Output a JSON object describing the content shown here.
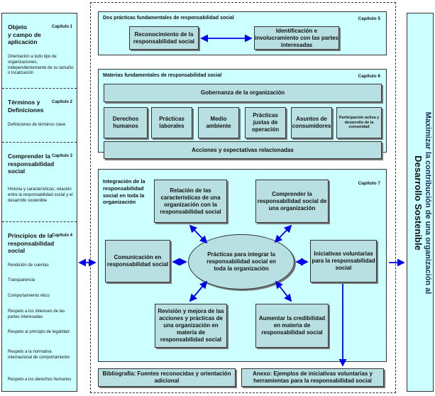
{
  "left": {
    "ch1": {
      "title": "Objeto\ny campo de\naplicación",
      "cap": "Capítulo 1",
      "text": "Orientación a todo tipo de organizaciones, independientemente de su tamaño o localización"
    },
    "ch2": {
      "title": "Términos y\nDefiniciones",
      "cap": "Capítulo 2",
      "text": "Definiciones de términos clave"
    },
    "ch3": {
      "title": "Comprender la\nresponsabilidad\nsocial",
      "cap": "Capítulo 3",
      "text": "Historia y características; relación entre la responsabilidad social y el desarrollo sostenible"
    },
    "ch4": {
      "title": "Principios de la\nresponsabilidad\nsocial",
      "cap": "Capítulo 4",
      "items": [
        "Rendición de cuentas",
        "Transparencia",
        "Comportamiento ético",
        "Respeto a los intereses de las partes interesadas",
        "Respeto al principio de legalidad",
        "Respeto a la normativa internacional de comportamiento",
        "Respeto a los derechos humanos"
      ]
    }
  },
  "ch5": {
    "title": "Dos prácticas fundamentales de responsabilidad social",
    "cap": "Capítulo 5",
    "a": "Reconocimiento de la responsabilidad social",
    "b": "Identificación e involucramiento con las partes interesadas"
  },
  "ch6": {
    "title": "Materias fundamentales de responsabilidad social",
    "cap": "Capítulo 6",
    "gov": "Gobernanza de la organización",
    "subjects": [
      "Derechos humanos",
      "Prácticas laborales",
      "Medio ambiente",
      "Prácticas justas de operación",
      "Asuntos de consumidores",
      "Participación activa y desarrollo de la comunidad"
    ],
    "actions": "Acciones y expectativas relacionadas"
  },
  "ch7": {
    "title": "Integración de la responsabilidad social en toda la organización",
    "cap": "Capítulo 7",
    "center": "Prácticas para integrar la responsabilidad social en toda la organización",
    "rel": "Relación de las características de una organización con la responsabilidad social",
    "comp": "Comprender la responsabilidad social de una organización",
    "com": "Comunicación en responsabilidad social",
    "ini": "Iniciativas voluntarias para la responsabilidad social",
    "rev": "Revisión y mejora de las acciones y prácticas de una organización en materia de responsabilidad social",
    "aum": "Aumentar la credibilidad en materia de responsabilidad social"
  },
  "biblio": "Bibliografía: Fuentes reconocidas y orientación adicional",
  "annex": "Anexo: Ejemplos de iniciativas voluntarias y herramientas para la responsabilidad social",
  "right": {
    "line1": "Maximizar la contribución de una organización al",
    "line2": "Desarrollo Sostenible"
  },
  "colors": {
    "panel": "#ccffff",
    "box": "#b8e0e3",
    "arrow": "#0000ee"
  }
}
